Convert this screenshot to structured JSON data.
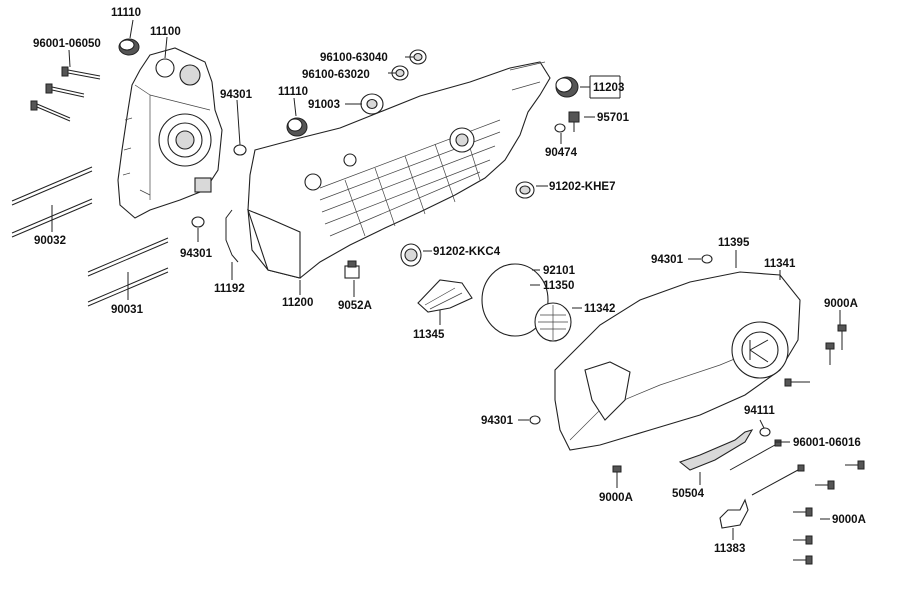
{
  "labels": {
    "p11110a": "11110",
    "p96001_06050": "96001-06050",
    "p11100": "11100",
    "p94301a": "94301",
    "p96100_63040": "96100-63040",
    "p96100_63020": "96100-63020",
    "p11110b": "11110",
    "p91003": "91003",
    "p11203": "11203",
    "p95701": "95701",
    "p90474": "90474",
    "p91202_KHE7": "91202-KHE7",
    "p90032": "90032",
    "p94301b": "94301",
    "p11192": "11192",
    "p11200": "11200",
    "p9052A": "9052A",
    "p91202_KKC4": "91202-KKC4",
    "p92101": "92101",
    "p11350": "11350",
    "p11345": "11345",
    "p11342": "11342",
    "p90031": "90031",
    "p94301c": "94301",
    "p11395": "11395",
    "p11341": "11341",
    "p9000Aa": "9000A",
    "p94301d": "94301",
    "p94111": "94111",
    "p96001_06016": "96001-06016",
    "p9000Ab": "9000A",
    "p50504": "50504",
    "p9000Ac": "9000A",
    "p11383": "11383"
  }
}
